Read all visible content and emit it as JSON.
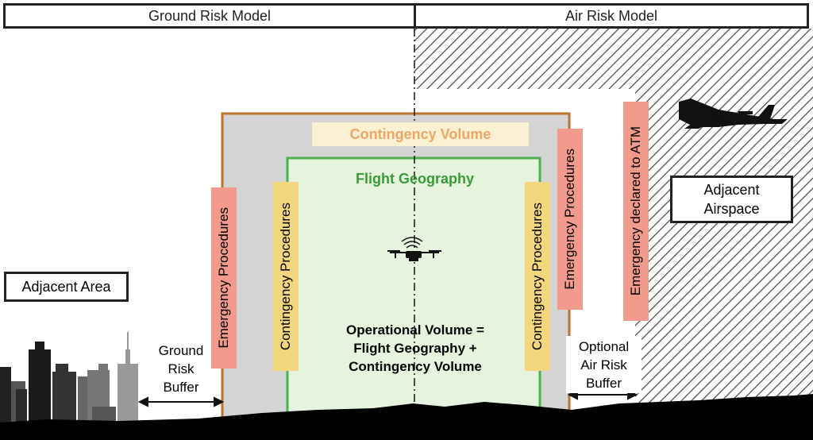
{
  "headers": {
    "ground": "Ground Risk Model",
    "air": "Air Risk Model"
  },
  "volumes": {
    "contingency_volume": "Contingency Volume",
    "flight_geography": "Flight Geography",
    "operational_volume": "Operational Volume =\nFlight Geography +\nContingency Volume"
  },
  "procedures": {
    "emergency_left": "Emergency Procedures",
    "emergency_right": "Emergency Procedures",
    "contingency_left": "Contingency Procedures",
    "contingency_right": "Contingency Procedures",
    "emergency_atm": "Emergency declared to ATM"
  },
  "areas": {
    "adjacent_area": "Adjacent Area",
    "adjacent_airspace": "Adjacent\nAirspace"
  },
  "buffers": {
    "ground_risk_buffer": "Ground\nRisk\nBuffer",
    "air_risk_buffer": "Optional\nAir Risk\nBuffer"
  },
  "colors": {
    "contingency_border": "#c0722a",
    "contingency_fill": "#d4d4d4",
    "flight_geography_border": "#4caf50",
    "flight_geography_fill": "#e6f4de",
    "flight_geography_text": "#3a9a3a",
    "contingency_label_fill": "#faf0d2",
    "contingency_label_text": "#eea567",
    "emergency_fill": "#f29a8c",
    "contingency_proc_fill": "#f4d77c",
    "hatch": "#444444"
  },
  "icons": [
    "drone-icon",
    "airplane-icon",
    "city-skyline-icon"
  ]
}
